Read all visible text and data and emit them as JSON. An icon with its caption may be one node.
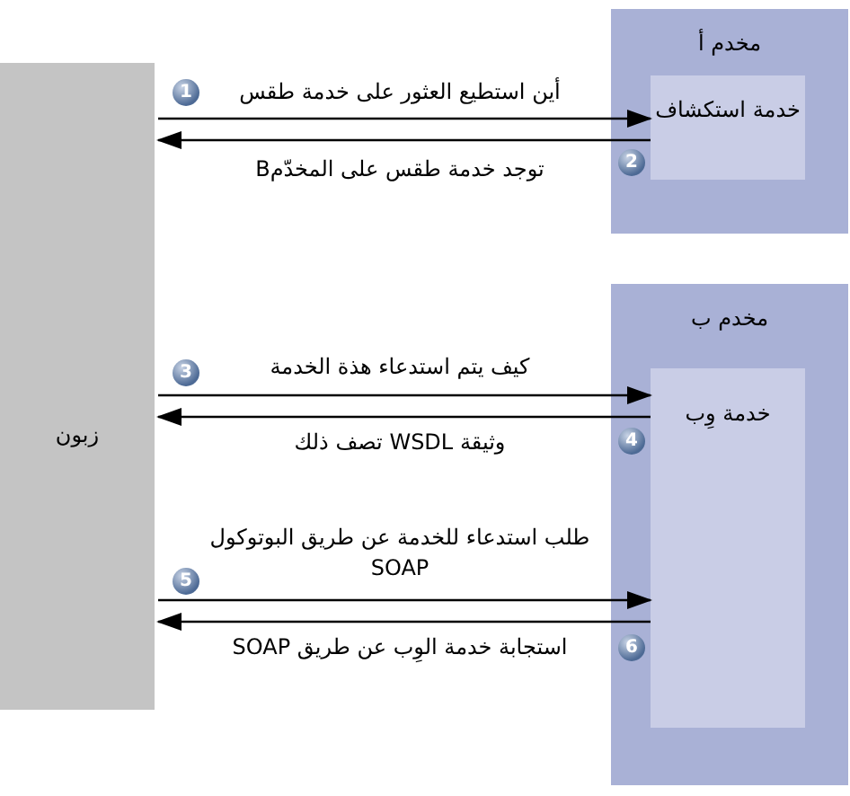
{
  "diagram": {
    "nodes": [
      {
        "text": [
          "زبون"
        ]
      },
      {
        "text": [
          "مخدم أ"
        ]
      },
      {
        "text": [
          "خدمة استكشاف"
        ],
        "in": 1
      },
      {
        "text": [
          "مخدم ب"
        ]
      },
      {
        "text": [
          "خدمة وِب"
        ],
        "in": 3
      }
    ],
    "edges": [
      {
        "from": 0,
        "to": 2,
        "arrow": "to",
        "label": "أين استطيع العثور على خدمة طقس"
      },
      {
        "from": 2,
        "to": 0,
        "arrow": "to",
        "label": "توجد خدمة طقس على المخدّمB"
      },
      {
        "from": 0,
        "to": 4,
        "arrow": "to",
        "label": "كيف يتم استدعاء هذة الخدمة"
      },
      {
        "from": 4,
        "to": 0,
        "arrow": "to",
        "label": "وثيقة  WSDL تصف ذلك"
      },
      {
        "from": 0,
        "to": 4,
        "arrow": "to",
        "label": "طلب استدعاء للخدمة عن طريق البوتوكول SOAP"
      },
      {
        "from": 4,
        "to": 0,
        "arrow": "to",
        "label": "استجابة خدمة الوِب عن طريق SOAP"
      }
    ],
    "labels": [
      "1",
      "2",
      "3",
      "4",
      "5",
      "6"
    ]
  }
}
